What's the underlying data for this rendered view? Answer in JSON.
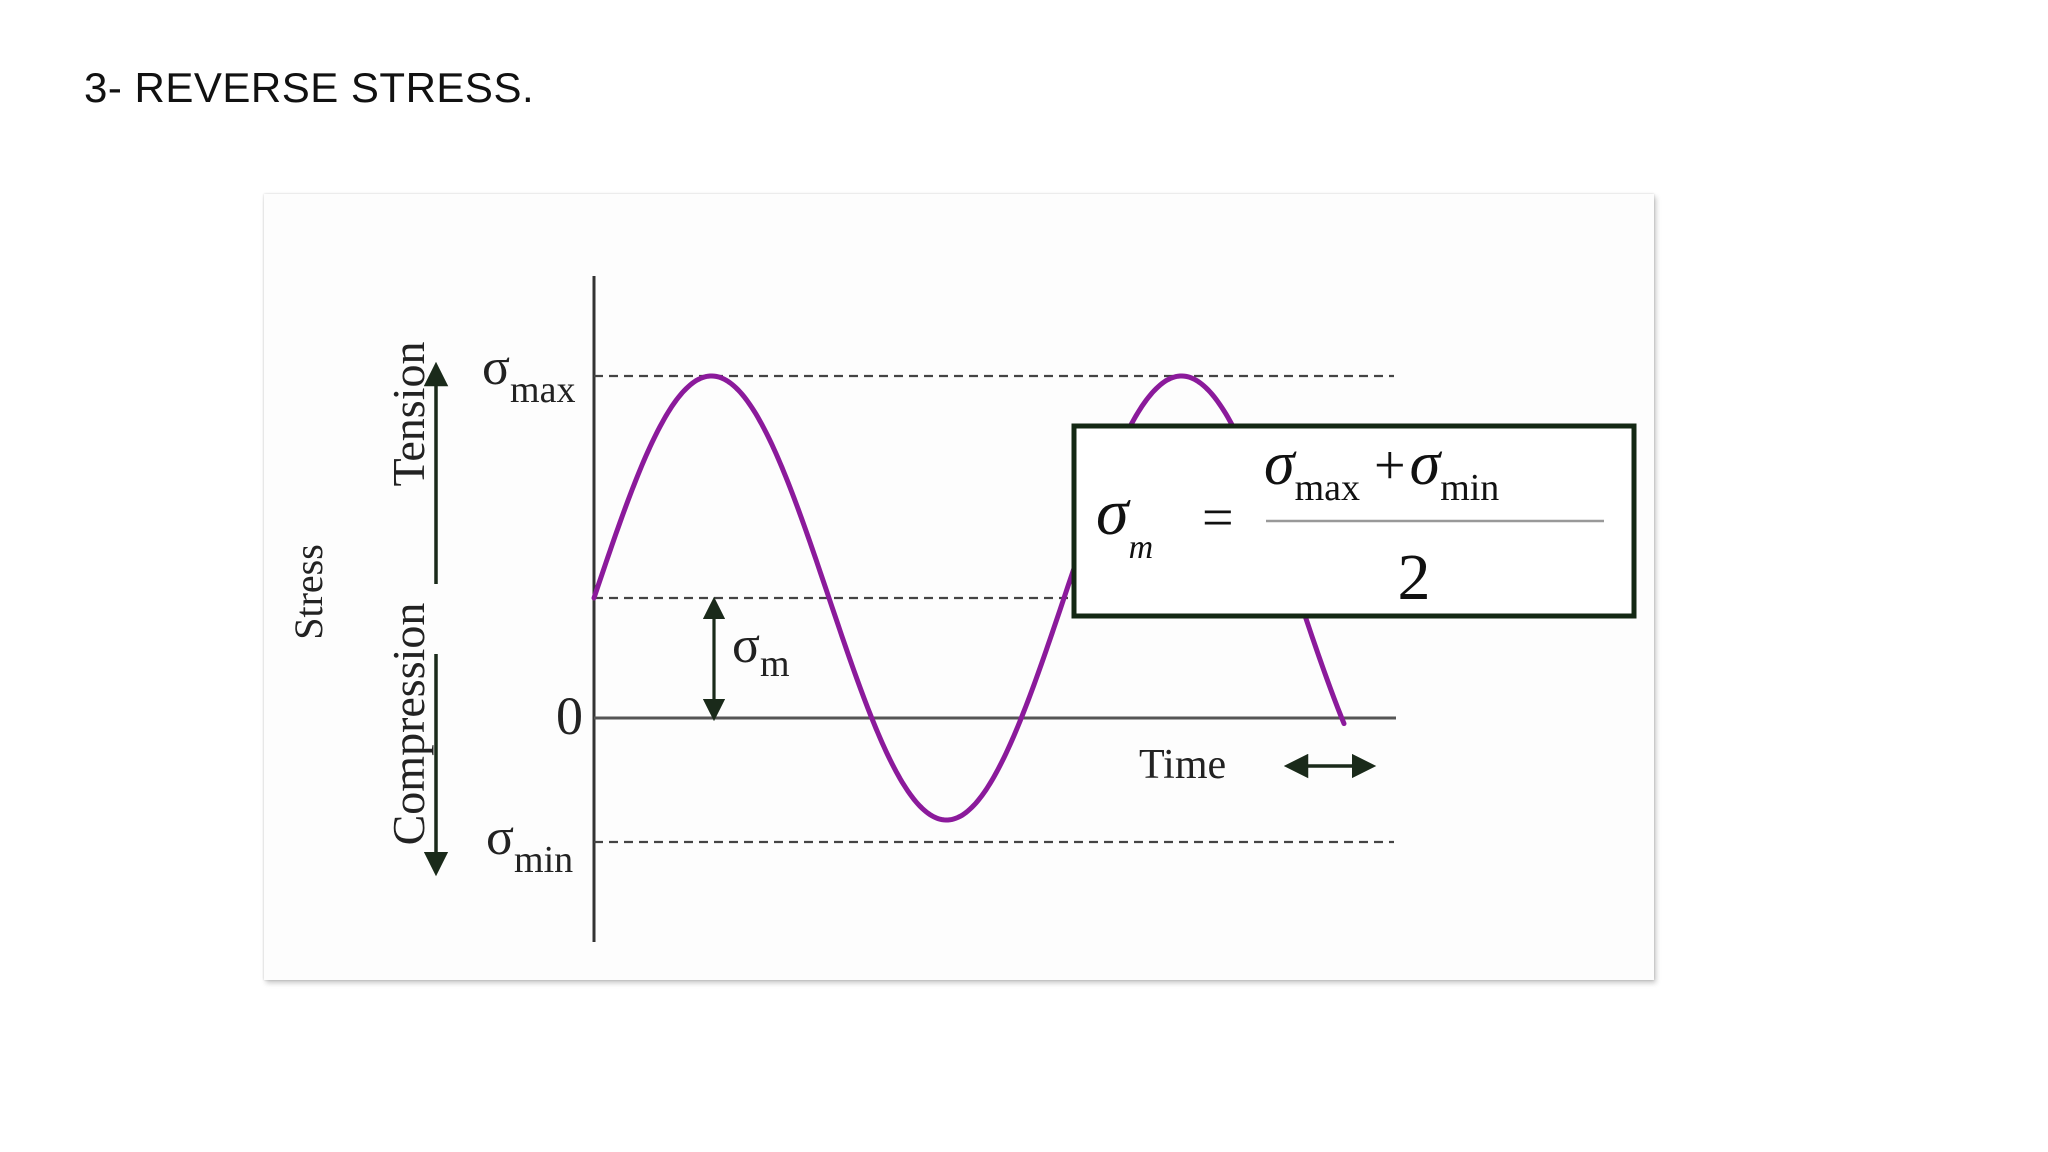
{
  "slide": {
    "title": "3- REVERSE STRESS."
  },
  "diagram": {
    "y_axis": {
      "outer_label": "Stress",
      "tension_label": "Tension",
      "compression_label": "Compression"
    },
    "levels": {
      "sigma_symbol": "σ",
      "max_sub": "max",
      "min_sub": "min",
      "mean_sub": "m",
      "zero_label": "0"
    },
    "time_label": "Time",
    "formula": {
      "lhs_symbol": "σ",
      "lhs_sub": "m",
      "equals": "=",
      "num_sigma1": "σ",
      "num_sub1": "max",
      "plus": "+",
      "num_sigma2": "σ",
      "num_sub2": "min",
      "denominator": "2"
    },
    "colors": {
      "wave": "#8B1A9B",
      "axis": "#333333",
      "arrow": "#1a2a1a",
      "formula_border": "#142814"
    }
  }
}
